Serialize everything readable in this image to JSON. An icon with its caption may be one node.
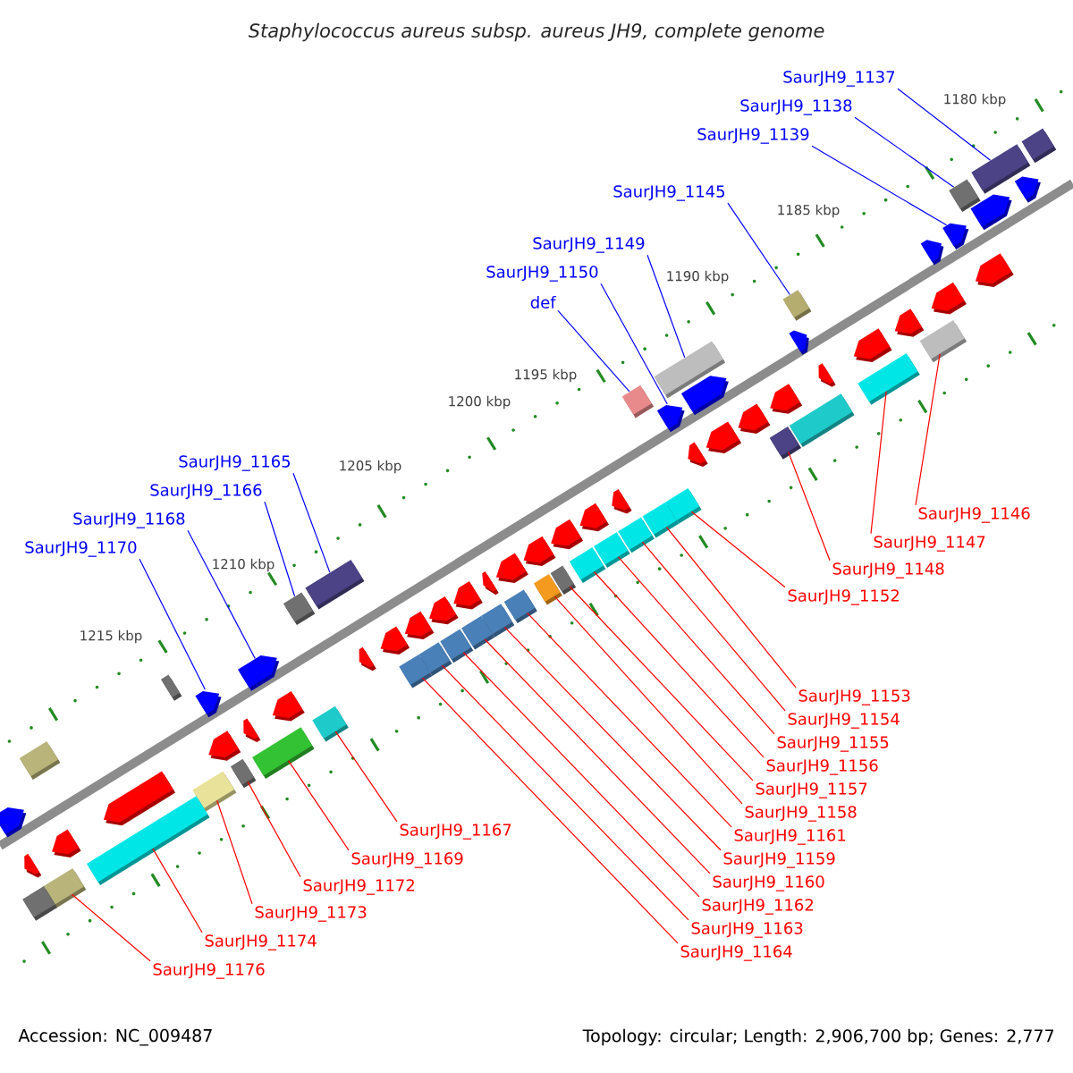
{
  "diagram": {
    "title": "Staphylococcus aureus subsp. aureus JH9, complete genome",
    "nodes": [
      {
        "text": [
          "SaurJH9_1137"
        ]
      },
      {
        "text": [
          "SaurJH9_1138"
        ]
      },
      {
        "text": [
          "SaurJH9_1139"
        ]
      },
      {
        "text": [
          "SaurJH9_1145"
        ]
      },
      {
        "text": [
          "SaurJH9_1149"
        ]
      },
      {
        "text": [
          "SaurJH9_1150"
        ]
      },
      {
        "text": [
          "def"
        ]
      },
      {
        "text": [
          "SaurJH9_1165"
        ]
      },
      {
        "text": [
          "SaurJH9_1166"
        ]
      },
      {
        "text": [
          "SaurJH9_1168"
        ]
      },
      {
        "text": [
          "SaurJH9_1170"
        ]
      },
      {
        "text": [
          "SaurJH9_1146"
        ]
      },
      {
        "text": [
          "SaurJH9_1147"
        ]
      },
      {
        "text": [
          "SaurJH9_1148"
        ]
      },
      {
        "text": [
          "SaurJH9_1152"
        ]
      },
      {
        "text": [
          "SaurJH9_1153"
        ]
      },
      {
        "text": [
          "SaurJH9_1154"
        ]
      },
      {
        "text": [
          "SaurJH9_1155"
        ]
      },
      {
        "text": [
          "SaurJH9_1156"
        ]
      },
      {
        "text": [
          "SaurJH9_1157"
        ]
      },
      {
        "text": [
          "SaurJH9_1158"
        ]
      },
      {
        "text": [
          "SaurJH9_1161"
        ]
      },
      {
        "text": [
          "SaurJH9_1159"
        ]
      },
      {
        "text": [
          "SaurJH9_1160"
        ]
      },
      {
        "text": [
          "SaurJH9_1162"
        ]
      },
      {
        "text": [
          "SaurJH9_1163"
        ]
      },
      {
        "text": [
          "SaurJH9_1164"
        ]
      },
      {
        "text": [
          "SaurJH9_1167"
        ]
      },
      {
        "text": [
          "SaurJH9_1169"
        ]
      },
      {
        "text": [
          "SaurJH9_1172"
        ]
      },
      {
        "text": [
          "SaurJH9_1173"
        ]
      },
      {
        "text": [
          "SaurJH9_1174"
        ]
      },
      {
        "text": [
          "SaurJH9_1176"
        ]
      },
      {
        "text": [],
        "shape": "box"
      },
      {
        "text": [],
        "shape": "box"
      },
      {
        "text": [],
        "shape": "arrow"
      },
      {
        "text": [],
        "shape": "box"
      },
      {
        "text": [],
        "shape": "box"
      },
      {
        "text": [],
        "shape": "arrow"
      },
      {
        "text": [],
        "shape": "box"
      },
      {
        "text": [],
        "shape": "box"
      },
      {
        "text": [],
        "shape": "box"
      },
      {
        "text": [],
        "shape": "arrow"
      },
      {
        "text": [],
        "shape": "arrow"
      },
      {
        "text": [],
        "shape": "box"
      },
      {
        "text": [],
        "shape": "box"
      },
      {
        "text": [],
        "shape": "box"
      },
      {
        "text": [],
        "shape": "box"
      },
      {
        "text": [],
        "shape": "box"
      },
      {
        "text": [],
        "shape": "box"
      },
      {
        "text": [],
        "shape": "box"
      },
      {
        "text": [],
        "shape": "box"
      },
      {
        "text": [],
        "shape": "box"
      },
      {
        "text": [],
        "shape": "box"
      },
      {
        "text": [],
        "shape": "box"
      },
      {
        "text": [],
        "shape": "box"
      },
      {
        "text": [],
        "shape": "box"
      },
      {
        "text": [],
        "shape": "box"
      },
      {
        "text": [],
        "shape": "box"
      },
      {
        "text": [],
        "shape": "box"
      },
      {
        "text": [],
        "shape": "box"
      },
      {
        "text": [],
        "shape": "box"
      },
      {
        "text": [],
        "shape": "box"
      },
      {
        "text": [],
        "shape": "box"
      },
      {
        "text": [],
        "shape": "box"
      },
      {
        "text": [],
        "shape": "box"
      },
      {
        "text": [],
        "shape": "arrow"
      },
      {
        "text": [],
        "shape": "box"
      },
      {
        "text": [],
        "shape": "box"
      },
      {
        "text": [],
        "shape": "arrow"
      },
      {
        "text": [],
        "shape": "arrow"
      },
      {
        "text": [],
        "shape": "arrow"
      },
      {
        "text": [],
        "shape": "arrow"
      },
      {
        "text": [],
        "shape": "arrow"
      },
      {
        "text": [],
        "shape": "box"
      },
      {
        "text": [],
        "shape": "box"
      },
      {
        "text": [],
        "shape": "box"
      },
      {
        "text": [],
        "shape": "arrow"
      },
      {
        "text": [],
        "shape": "arrow"
      },
      {
        "text": [],
        "shape": "arrow"
      },
      {
        "text": [],
        "shape": "arrow"
      },
      {
        "text": [],
        "shape": "arrow"
      },
      {
        "text": [],
        "shape": "arrow"
      },
      {
        "text": [],
        "shape": "arrow"
      },
      {
        "text": [],
        "shape": "arrow"
      },
      {
        "text": [],
        "shape": "arrow"
      },
      {
        "text": [],
        "shape": "arrow"
      },
      {
        "text": [],
        "shape": "arrow"
      },
      {
        "text": [],
        "shape": "arrow"
      },
      {
        "text": [],
        "shape": "arrow"
      },
      {
        "text": [],
        "shape": "arrow"
      },
      {
        "text": [],
        "shape": "arrow"
      },
      {
        "text": [],
        "shape": "arrow"
      },
      {
        "text": [],
        "shape": "arrow"
      },
      {
        "text": [],
        "shape": "arrow"
      },
      {
        "text": [],
        "shape": "arrow"
      },
      {
        "text": [],
        "shape": "arrow"
      },
      {
        "text": [],
        "shape": "arrow"
      },
      {
        "text": [],
        "shape": "arrow"
      },
      {
        "text": [],
        "shape": "arrow"
      },
      {
        "text": [],
        "shape": "arrow"
      },
      {
        "text": [],
        "shape": "arrow"
      },
      {
        "text": [],
        "shape": "arrow"
      }
    ],
    "edges": [
      {
        "from": 0,
        "to": 33,
        "arrow": "none",
        "color": "#0000ff"
      },
      {
        "from": 1,
        "to": 34,
        "arrow": "none",
        "color": "#0000ff"
      },
      {
        "from": 2,
        "to": 35,
        "arrow": "none",
        "color": "#0000ff"
      },
      {
        "from": 3,
        "to": 36,
        "arrow": "none",
        "color": "#0000ff"
      },
      {
        "from": 4,
        "to": 37,
        "arrow": "none",
        "color": "#0000ff"
      },
      {
        "from": 5,
        "to": 38,
        "arrow": "none",
        "color": "#0000ff"
      },
      {
        "from": 6,
        "to": 39,
        "arrow": "none",
        "color": "#0000ff"
      },
      {
        "from": 7,
        "to": 40,
        "arrow": "none",
        "color": "#0000ff"
      },
      {
        "from": 8,
        "to": 41,
        "arrow": "none",
        "color": "#0000ff"
      },
      {
        "from": 9,
        "to": 42,
        "arrow": "none",
        "color": "#0000ff"
      },
      {
        "from": 10,
        "to": 43,
        "arrow": "none",
        "color": "#0000ff"
      },
      {
        "from": 11,
        "to": 44,
        "arrow": "none"
      },
      {
        "from": 12,
        "to": 45,
        "arrow": "none"
      },
      {
        "from": 13,
        "to": 46,
        "arrow": "none"
      },
      {
        "from": 14,
        "to": 47,
        "arrow": "none"
      },
      {
        "from": 15,
        "to": 48,
        "arrow": "none"
      },
      {
        "from": 16,
        "to": 49,
        "arrow": "none"
      },
      {
        "from": 17,
        "to": 50,
        "arrow": "none"
      },
      {
        "from": 18,
        "to": 51,
        "arrow": "none"
      },
      {
        "from": 19,
        "to": 52,
        "arrow": "none"
      },
      {
        "from": 20,
        "to": 53,
        "arrow": "none"
      },
      {
        "from": 21,
        "to": 54,
        "arrow": "none"
      },
      {
        "from": 22,
        "to": 55,
        "arrow": "none"
      },
      {
        "from": 23,
        "to": 56,
        "arrow": "none"
      },
      {
        "from": 24,
        "to": 57,
        "arrow": "none"
      },
      {
        "from": 25,
        "to": 58,
        "arrow": "none"
      },
      {
        "from": 26,
        "to": 59,
        "arrow": "none"
      },
      {
        "from": 27,
        "to": 60,
        "arrow": "none"
      },
      {
        "from": 28,
        "to": 61,
        "arrow": "none"
      },
      {
        "from": 29,
        "to": 62,
        "arrow": "none"
      },
      {
        "from": 30,
        "to": 63,
        "arrow": "none"
      },
      {
        "from": 31,
        "to": 64,
        "arrow": "none"
      },
      {
        "from": 32,
        "to": 65,
        "arrow": "none"
      }
    ],
    "labels": [
      "1180 kbp",
      "1185 kbp",
      "1190 kbp",
      "1195 kbp",
      "1200 kbp",
      "1205 kbp",
      "1210 kbp",
      "1215 kbp",
      "Accession: NC_009487",
      "Topology: circular; Length: 2,906,700 bp; Genes: 2,777"
    ]
  }
}
